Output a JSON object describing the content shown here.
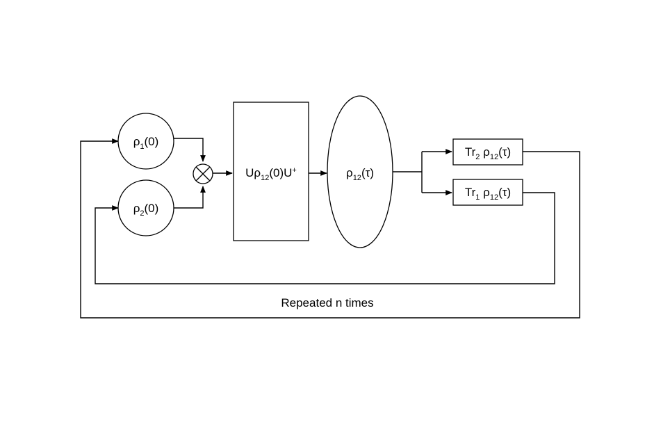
{
  "diagram": {
    "nodes": {
      "rho1": {
        "base": "ρ",
        "sub": "1",
        "rest": "(0)"
      },
      "rho2": {
        "base": "ρ",
        "sub": "2",
        "rest": "(0)"
      },
      "unitary": {
        "pre": "Uρ",
        "sub": "12",
        "rest": "(0)U",
        "sup": "+"
      },
      "rho12": {
        "base": "ρ",
        "sub": "12",
        "rest": "(τ)"
      },
      "trace2": {
        "pre": "Tr",
        "sub1": "2",
        "mid": " ρ",
        "sub2": "12",
        "rest": "(τ)"
      },
      "trace1": {
        "pre": "Tr",
        "sub1": "1",
        "mid": " ρ",
        "sub2": "12",
        "rest": "(τ)"
      }
    },
    "loop_label": "Repeated n times"
  }
}
